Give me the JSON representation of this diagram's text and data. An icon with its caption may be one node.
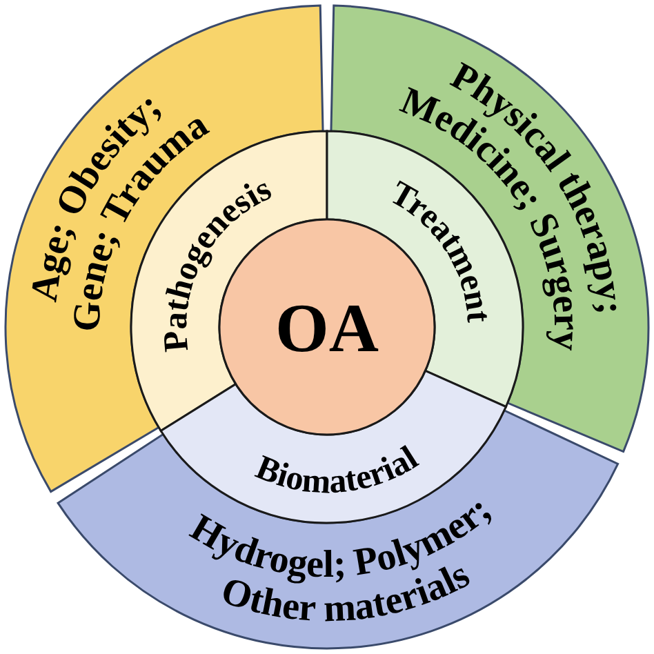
{
  "diagram": {
    "nodes": [
      {
        "text": [
          "OA"
        ]
      },
      {
        "text": [
          "Pathogenesis"
        ]
      },
      {
        "text": [
          "Treatment"
        ]
      },
      {
        "text": [
          "Biomaterial"
        ]
      },
      {
        "text": [
          "Age; Obesity; Gene; Trauma"
        ]
      },
      {
        "text": [
          "Physical therapy; Medicine; Surgery"
        ]
      },
      {
        "text": [
          "Hydrogel; Polymer; Other materials"
        ]
      }
    ]
  }
}
